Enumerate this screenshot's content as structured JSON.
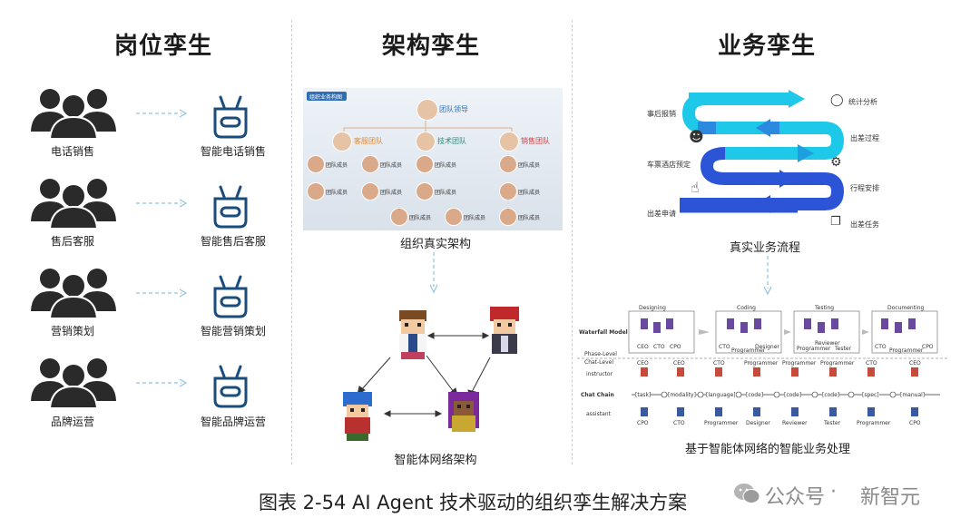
{
  "sections": {
    "job": {
      "title": "岗位孪生"
    },
    "arch": {
      "title": "架构孪生"
    },
    "biz": {
      "title": "业务孪生"
    }
  },
  "job_rows": [
    {
      "from": "电话销售",
      "to": "智能电话销售"
    },
    {
      "from": "售后客服",
      "to": "智能售后客服"
    },
    {
      "from": "营销策划",
      "to": "智能营销策划"
    },
    {
      "from": "品牌运营",
      "to": "智能品牌运营"
    }
  ],
  "org": {
    "header_tag": "组织业务构图",
    "leader": "团队领导",
    "teams": [
      "客服团队",
      "技术团队",
      "销售团队"
    ],
    "member": "团队成员",
    "caption": "组织真实架构"
  },
  "agent_net": {
    "caption": "智能体网络架构"
  },
  "flow": {
    "left_labels": [
      "事后报销",
      "车票酒店预定",
      "出差申请"
    ],
    "right_labels": [
      "统计分析",
      "出差过程",
      "行程安排",
      "出差任务"
    ],
    "caption": "真实业务流程"
  },
  "mas": {
    "phases": [
      "Designing",
      "Coding",
      "Testing",
      "Documenting"
    ],
    "waterfall_label": "Waterfall Model",
    "phase_level": "Phase-Level",
    "chat_level": "Chat-Level",
    "instructor": "instructor",
    "assistant": "assistant",
    "chat_chain": "Chat Chain",
    "chain_tokens": [
      "[task]",
      "[modality]",
      "[language]",
      "[code]",
      "[code]",
      "[code]",
      "[spec]",
      "[manual]"
    ],
    "top_roles": [
      "CEO",
      "CEO",
      "CTO",
      "Programmer",
      "Programmer",
      "Programmer",
      "CTO",
      "CEO"
    ],
    "bottom_roles": [
      "CPO",
      "CTO",
      "Programmer",
      "Designer",
      "Reviewer",
      "Tester",
      "Programmer",
      "CPO"
    ],
    "phase_roles": [
      [
        "CEO",
        "CTO",
        "CPO"
      ],
      [
        "CTO",
        "Programmer",
        "Designer"
      ],
      [
        "Programmer",
        "Reviewer",
        "Tester"
      ],
      [
        "CTO",
        "Programmer",
        "CPO"
      ]
    ],
    "caption": "基于智能体网络的智能业务处理"
  },
  "figure_caption": "图表 2-54  AI Agent 技术驱动的组织孪生解决方案",
  "watermark": {
    "sep": "·",
    "account": "公众号",
    "brand": "新智元"
  },
  "colors": {
    "agent_icon": "#1a4c7c",
    "flow_cyan": "#1ec8e8",
    "flow_blue": "#2b55d6",
    "arrow_dash": "#8fc3e0"
  }
}
